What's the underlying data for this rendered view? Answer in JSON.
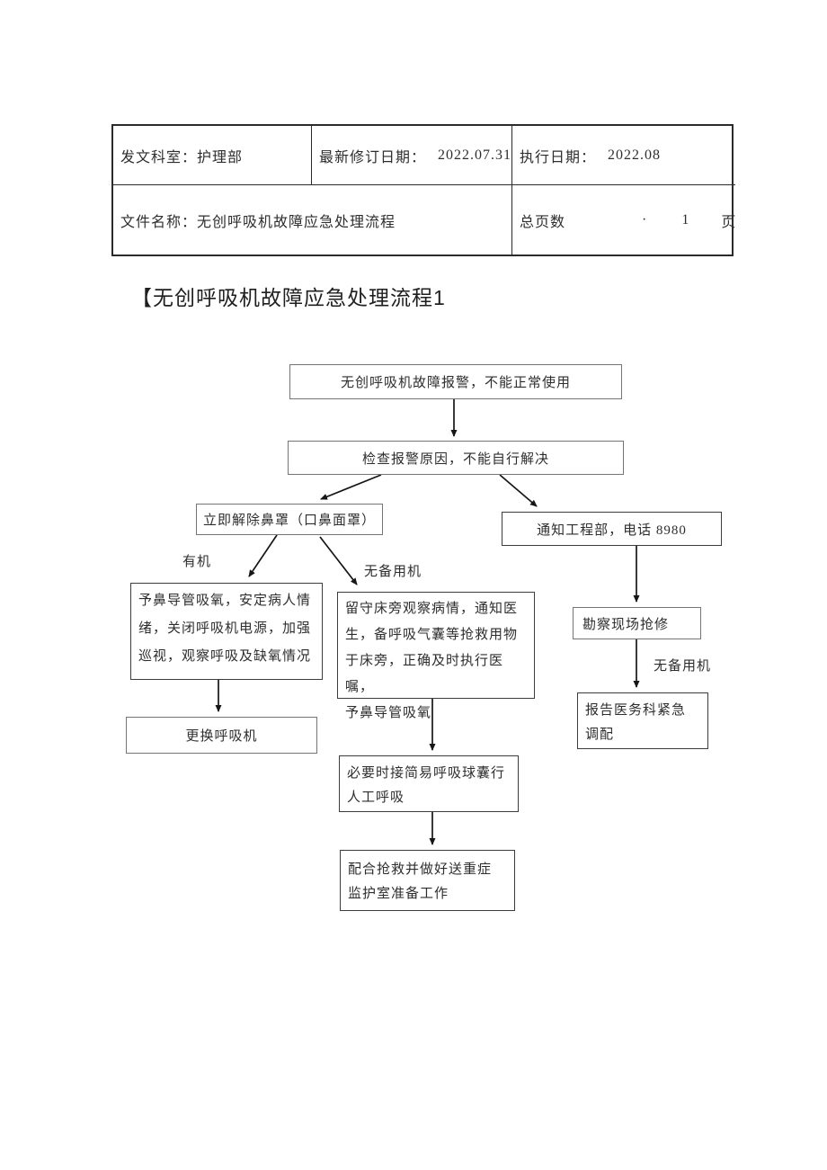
{
  "header_table": {
    "row1": [
      {
        "label": "发文科室：",
        "value": "护理部"
      },
      {
        "label": "最新修订日期：",
        "value": "2022.07.31"
      },
      {
        "label": "执行日期：",
        "value": "2022.08"
      }
    ],
    "row2": {
      "file": {
        "label": "文件名称：",
        "value": "无创呼吸机故障应急处理流程"
      },
      "pages": {
        "label": "总页数",
        "dot": "·",
        "value": "1",
        "unit": "页"
      }
    }
  },
  "title": "【无创呼吸机故障应急处理流程1",
  "flowchart": {
    "nodes": {
      "alarm": {
        "text": "无创呼吸机故障报警，不能正常使用"
      },
      "check": {
        "text": "检查报警原因，不能自行解决"
      },
      "remove_mask": {
        "text": "立即解除鼻罩（口鼻面罩）"
      },
      "notify_eng": {
        "text": "通知工程部，电话 8980"
      },
      "nasal_oxygen": {
        "lines": [
          "予鼻导管吸氧，安定病人情",
          "绪，关闭呼吸机电源，加强",
          "巡视，观察呼吸及缺氧情况"
        ]
      },
      "bedside": {
        "lines": [
          "留守床旁观察病情，通知医",
          "生，备呼吸气囊等抢救用物",
          "于床旁，正确及时执行医嘱，",
          "予鼻导管吸氧"
        ]
      },
      "replace": {
        "text": "更换呼吸机"
      },
      "manual_vent": {
        "lines": [
          "必要时接简易呼吸球囊行",
          "人工呼吸"
        ]
      },
      "icu_prep": {
        "lines": [
          "配合抢救并做好送重症",
          "监护室准备工作"
        ]
      },
      "site_repair": {
        "text": "勘察现场抢修"
      },
      "report_medical": {
        "lines": [
          "报告医务科紧急",
          "调配"
        ]
      }
    },
    "labels": {
      "has_machine": "有机",
      "no_backup_mid": "无备用机",
      "no_backup_right": "无备用机"
    },
    "colors": {
      "arrow": "#161616",
      "border_light": "#757575",
      "border_dark": "#3c3c3c",
      "table_border": "#2b2b2b"
    }
  }
}
